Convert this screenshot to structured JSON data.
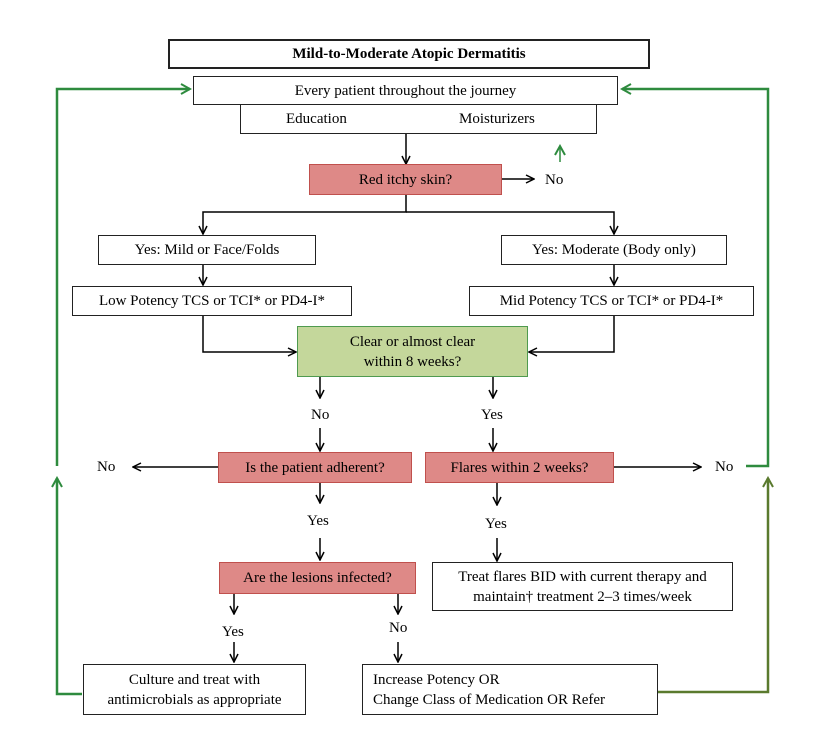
{
  "title": "Mild-to-Moderate Atopic Dermatitis",
  "every_patient": "Every patient throughout the journey",
  "education": "Education",
  "moisturizers": "Moisturizers",
  "red_itchy": "Red itchy skin?",
  "no_red": "No",
  "yes_mild": "Yes: Mild or Face/Folds",
  "yes_moderate": "Yes: Moderate (Body only)",
  "low_potency": "Low Potency TCS or TCI* or PD4-I*",
  "mid_potency": "Mid Potency TCS or TCI* or PD4-I*",
  "clear": "Clear or almost clear\nwithin 8 weeks?",
  "clear_no": "No",
  "clear_yes": "Yes",
  "adherent": "Is the patient adherent?",
  "adherent_no": "No",
  "adherent_yes": "Yes",
  "flares": "Flares within 2 weeks?",
  "flares_no": "No",
  "flares_yes": "Yes",
  "infected": "Are the lesions  infected?",
  "infected_yes": "Yes",
  "infected_no": "No",
  "treat_flares": "Treat flares BID with current therapy and\nmaintain† treatment 2–3 times/week",
  "culture": "Culture and treat with\nantimicrobials as appropriate",
  "increase": "Increase Potency OR\nChange Class of Medication OR Refer",
  "colors": {
    "decision_red": "#de8987",
    "decision_red_border": "#c0504d",
    "decision_green": "#c4d79b",
    "decision_green_border": "#4f9a4f",
    "loop_green": "#2e8b3e",
    "loop_olive": "#5a7a2e"
  }
}
